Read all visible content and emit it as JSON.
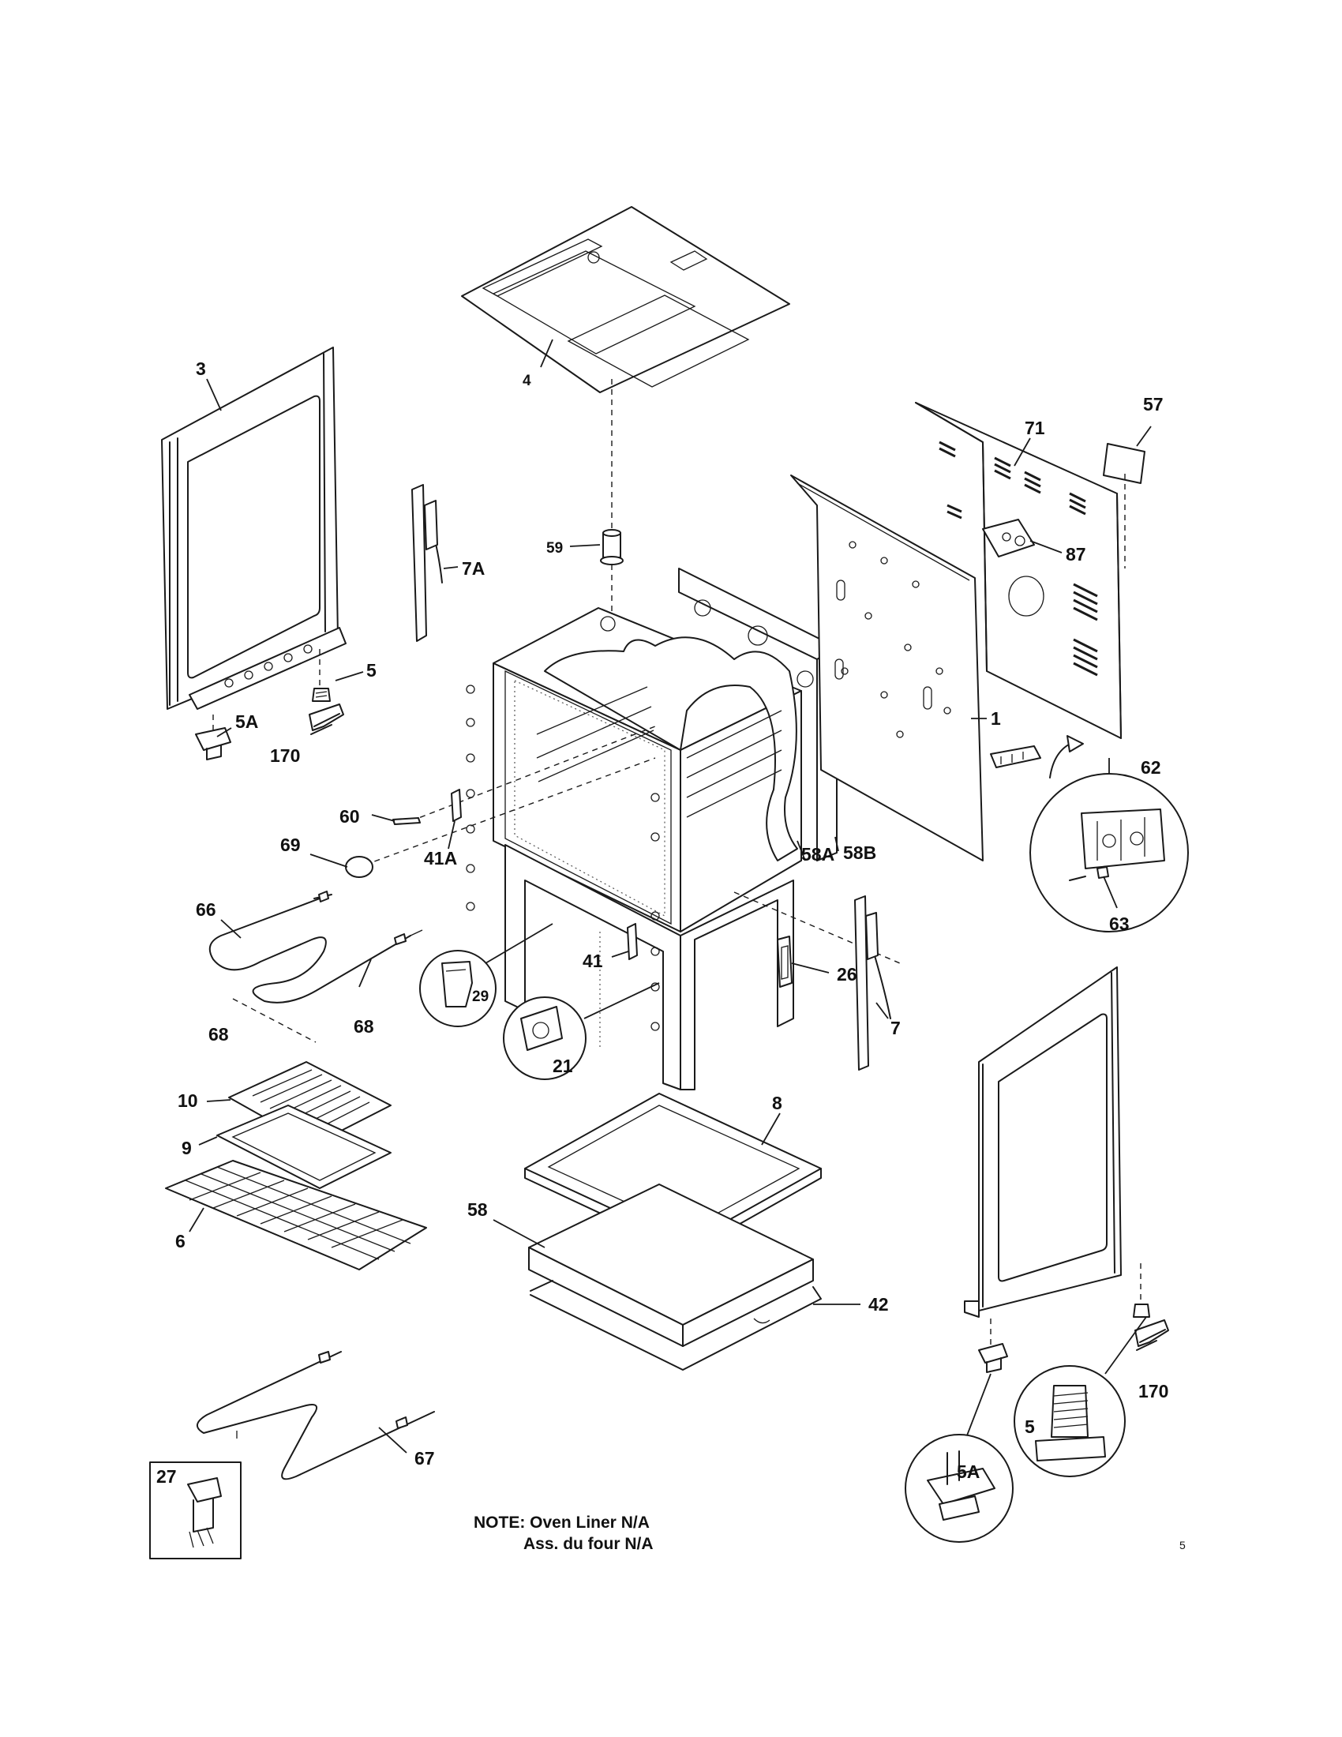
{
  "labels": {
    "p3": "3",
    "p4": "4",
    "p71": "71",
    "p57": "57",
    "p87": "87",
    "p1": "1",
    "p59": "59",
    "p7A": "7A",
    "p5_top": "5",
    "p5A_top": "5A",
    "p170_top": "170",
    "p60": "60",
    "p69": "69",
    "p41A": "41A",
    "p58A": "58A",
    "p58B": "58B",
    "p62": "62",
    "p63": "63",
    "p66": "66",
    "p68a": "68",
    "p68b": "68",
    "p29": "29",
    "p21": "21",
    "p41": "41",
    "p26": "26",
    "p7": "7",
    "p10": "10",
    "p9": "9",
    "p6": "6",
    "p8": "8",
    "p58": "58",
    "p42": "42",
    "p67": "67",
    "p27": "27",
    "p170_bot": "170",
    "p5_bot": "5",
    "p5A_bot": "5A"
  },
  "note": {
    "line1": "NOTE: Oven Liner N/A",
    "line2": "Ass. du four N/A"
  },
  "corner_mark": "5"
}
